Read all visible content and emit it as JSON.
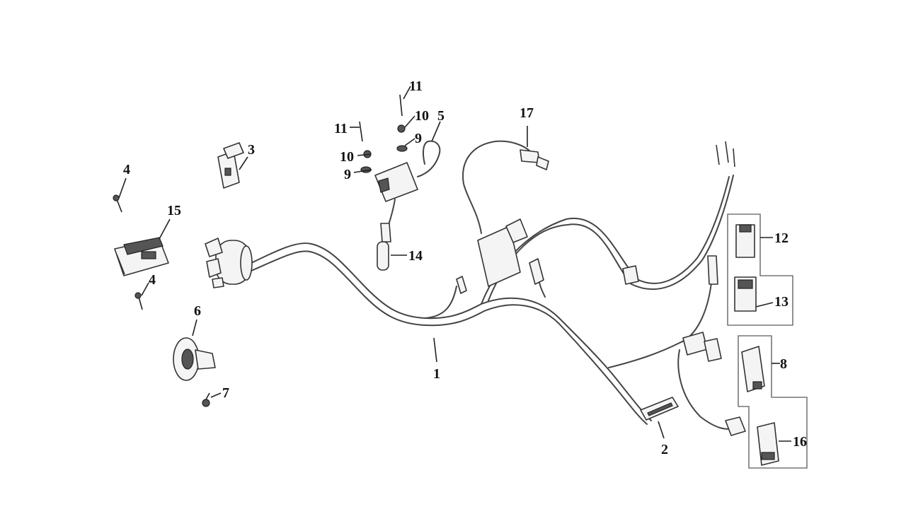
{
  "diagram": {
    "callouts": [
      {
        "id": "c1",
        "label": "1"
      },
      {
        "id": "c2",
        "label": "2"
      },
      {
        "id": "c3",
        "label": "3"
      },
      {
        "id": "c4a",
        "label": "4"
      },
      {
        "id": "c4b",
        "label": "4"
      },
      {
        "id": "c5",
        "label": "5"
      },
      {
        "id": "c6",
        "label": "6"
      },
      {
        "id": "c7",
        "label": "7"
      },
      {
        "id": "c8",
        "label": "8"
      },
      {
        "id": "c9a",
        "label": "9"
      },
      {
        "id": "c9b",
        "label": "9"
      },
      {
        "id": "c10a",
        "label": "10"
      },
      {
        "id": "c10b",
        "label": "10"
      },
      {
        "id": "c11a",
        "label": "11"
      },
      {
        "id": "c11b",
        "label": "11"
      },
      {
        "id": "c12",
        "label": "12"
      },
      {
        "id": "c13",
        "label": "13"
      },
      {
        "id": "c14",
        "label": "14"
      },
      {
        "id": "c15",
        "label": "15"
      },
      {
        "id": "c16",
        "label": "16"
      },
      {
        "id": "c17",
        "label": "17"
      }
    ]
  }
}
